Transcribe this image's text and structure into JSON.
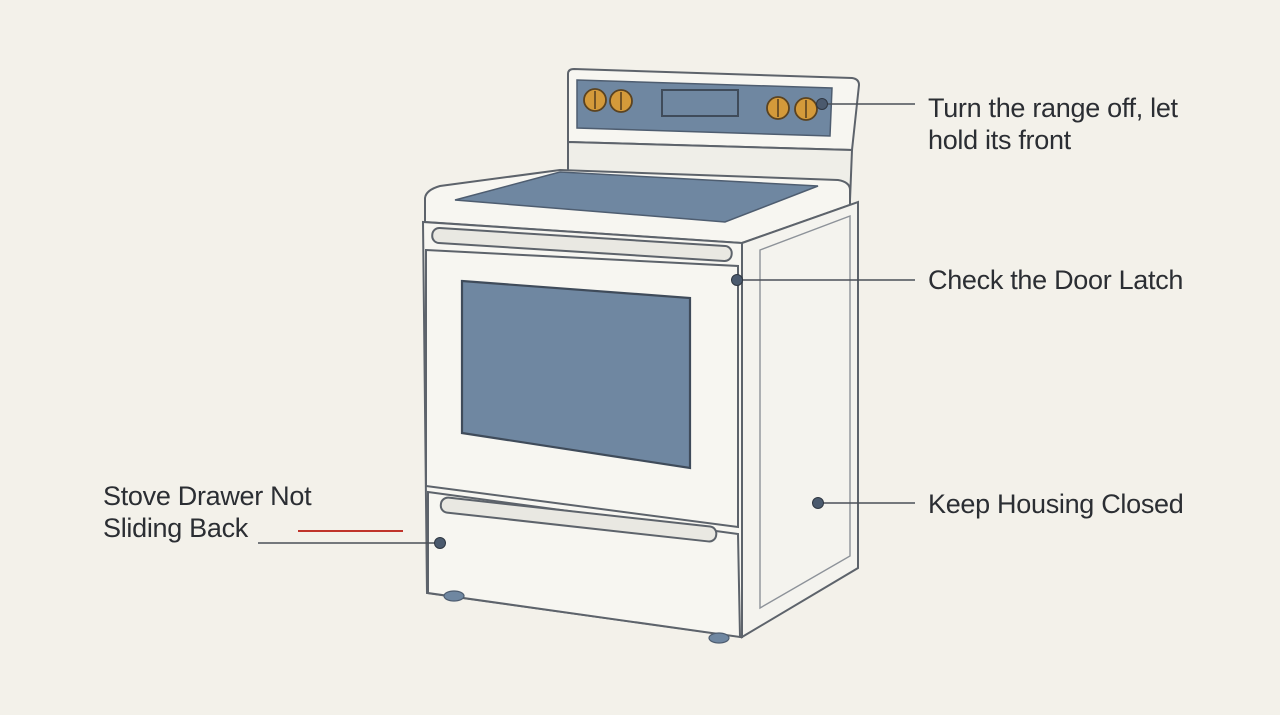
{
  "callouts": {
    "controls": {
      "lines": [
        "Turn the range off, let",
        "hold its front"
      ]
    },
    "door_latch": {
      "lines": [
        "Check the Door Latch"
      ]
    },
    "housing": {
      "lines": [
        "Keep Housing Closed"
      ]
    },
    "drawer": {
      "lines": [
        "Stove Drawer Not",
        "Sliding Back"
      ]
    }
  },
  "colors": {
    "background": "#f3f1ea",
    "appliance_body": "#f7f6f1",
    "outline": "#5d636b",
    "panel_blue": "#6f87a1",
    "knob_gold": "#d49a3a",
    "accent_red": "#c0342b",
    "leader_dot": "#4b5a6e"
  },
  "icons": {
    "appliance": "electric-range-icon",
    "knob": "control-knob-icon"
  }
}
